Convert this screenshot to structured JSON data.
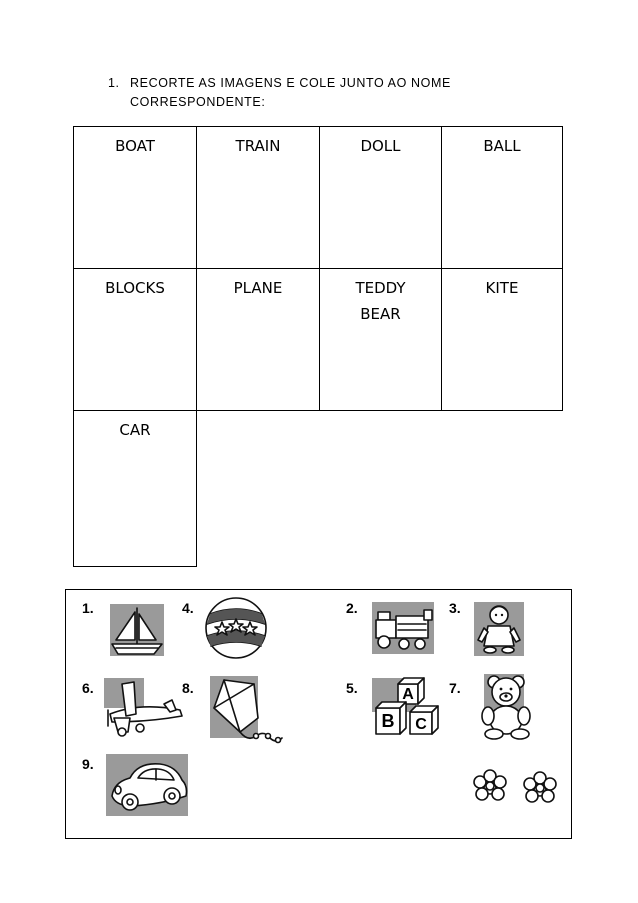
{
  "instruction": {
    "number": "1.",
    "line1": "RECORTE AS IMAGENS E COLE JUNTO AO NOME",
    "line2": "CORRESPONDENTE:"
  },
  "table": {
    "cells": [
      {
        "lines": [
          "BOAT"
        ]
      },
      {
        "lines": [
          "TRAIN"
        ]
      },
      {
        "lines": [
          "DOLL"
        ]
      },
      {
        "lines": [
          "BALL"
        ]
      },
      {
        "lines": [
          "BLOCKS"
        ]
      },
      {
        "lines": [
          "PLANE"
        ]
      },
      {
        "lines": [
          "TEDDY",
          "BEAR"
        ]
      },
      {
        "lines": [
          "KITE"
        ]
      },
      {
        "lines": [
          "CAR"
        ]
      }
    ]
  },
  "pictures": [
    {
      "number": "1.",
      "depicts": "sailboat"
    },
    {
      "number": "4.",
      "depicts": "ball"
    },
    {
      "number": "2.",
      "depicts": "train"
    },
    {
      "number": "3.",
      "depicts": "doll"
    },
    {
      "number": "6.",
      "depicts": "plane"
    },
    {
      "number": "8.",
      "depicts": "kite"
    },
    {
      "number": "5.",
      "depicts": "blocks"
    },
    {
      "number": "7.",
      "depicts": "teddy-bear"
    },
    {
      "number": "9.",
      "depicts": "car"
    }
  ],
  "block_letters": [
    "A",
    "B",
    "C"
  ]
}
